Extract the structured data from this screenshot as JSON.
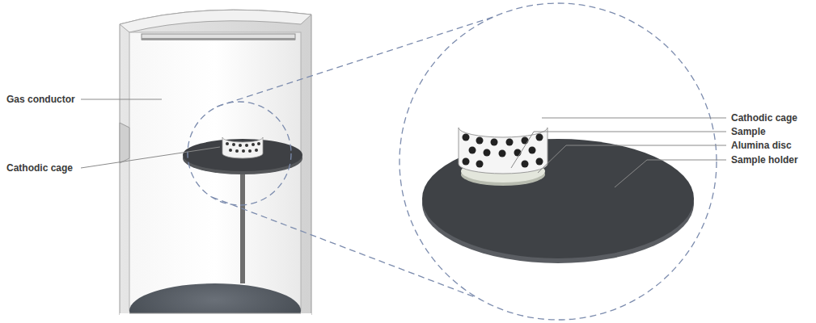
{
  "diagram": {
    "labels": [
      "Gas conductor",
      "Cathodic cage",
      "Cathodic cage",
      "Sample",
      "Alumina disc",
      "Sample holder"
    ]
  }
}
